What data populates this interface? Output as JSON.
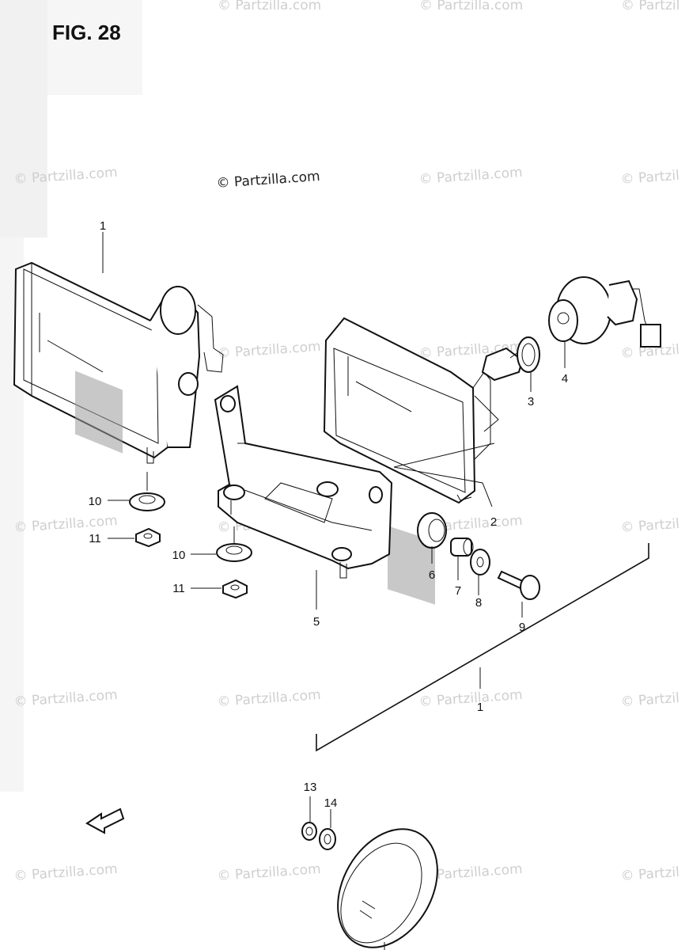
{
  "figure": {
    "title": "FIG. 28"
  },
  "watermark": {
    "main": "© Partzilla.com",
    "repeat": "© Partzilla.com",
    "edge": "© Partzil"
  },
  "callouts": {
    "c1_top": "1",
    "c2": "2",
    "c3": "3",
    "c4": "4",
    "c5": "5",
    "c6": "6",
    "c7": "7",
    "c8": "8",
    "c9": "9",
    "c10_left": "10",
    "c10_mid": "10",
    "c11_left": "11",
    "c11_mid": "11",
    "c1_bottom": "1",
    "c13": "13",
    "c14": "14"
  }
}
